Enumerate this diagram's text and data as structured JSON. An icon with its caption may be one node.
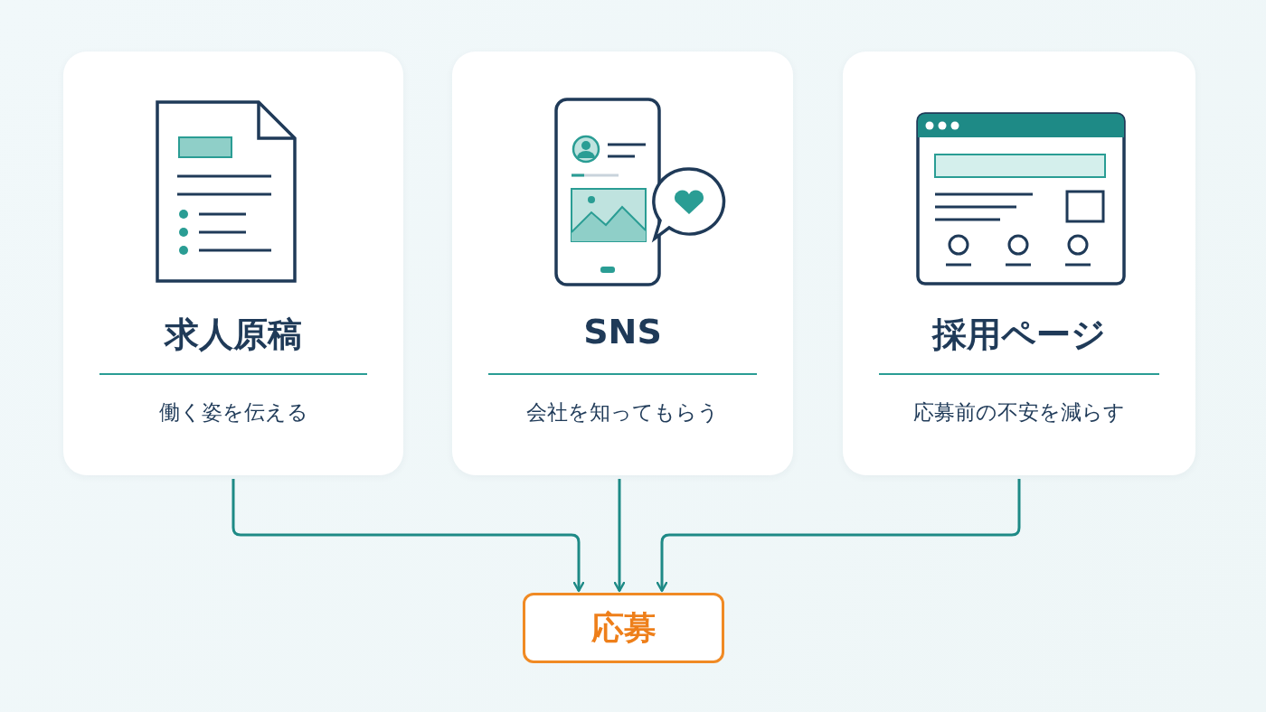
{
  "diagram": {
    "nodes": [
      {
        "text": [
          "求人原稿",
          "働く姿を伝える"
        ]
      },
      {
        "text": [
          "SNS",
          "会社を知ってもらう"
        ]
      },
      {
        "text": [
          "採用ページ",
          "応募前の不安を減らす"
        ]
      },
      {
        "text": [
          "応募"
        ]
      }
    ],
    "edges": [
      {
        "from": 0,
        "to": 3,
        "arrow": "to"
      },
      {
        "from": 1,
        "to": 3,
        "arrow": "to"
      },
      {
        "from": 2,
        "to": 3,
        "arrow": "to"
      }
    ]
  }
}
